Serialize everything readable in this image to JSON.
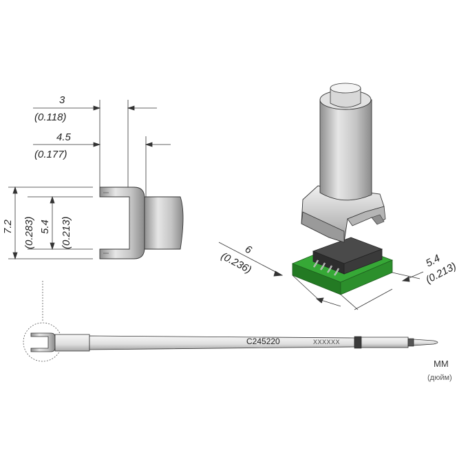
{
  "dimensions": {
    "w1_mm": "3",
    "w1_in": "(0.118)",
    "w2_mm": "4.5",
    "w2_in": "(0.177)",
    "h1_mm": "7.2",
    "h1_in": "(0.283)",
    "h2_mm": "5.4",
    "h2_in": "(0.213)",
    "chip_len_mm": "6",
    "chip_len_in": "(0.236)",
    "chip_wid_mm": "5.4",
    "chip_wid_in": "(0.213)"
  },
  "tip": {
    "part_code": "C245220",
    "marking": "XXXXXX"
  },
  "units": {
    "primary": "MM",
    "secondary": "(дюйм)"
  },
  "colors": {
    "metal": "#cfcfcf",
    "pcb": "#2e9e2e",
    "chip": "#3a3a3a",
    "line": "#333333"
  }
}
